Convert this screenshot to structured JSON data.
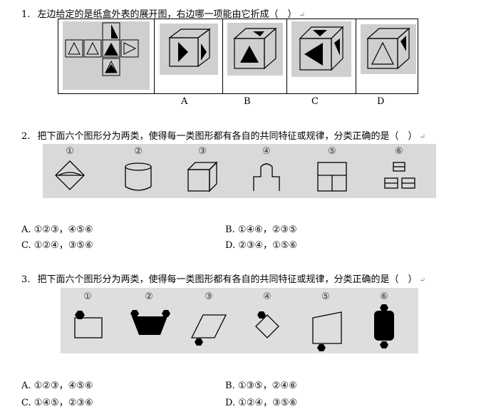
{
  "q1": {
    "number": "1.",
    "text": "左边给定的是纸盒外表的展开图，右边哪一项能由它折成（　）",
    "labels": [
      "A",
      "B",
      "C",
      "D"
    ]
  },
  "q2": {
    "number": "2.",
    "text": "把下面六个图形分为两类，使得每一类图形都有各自的共同特征或规律，分类正确的是（　）",
    "figure_numbers": [
      "①",
      "②",
      "③",
      "④",
      "⑤",
      "⑥"
    ],
    "options": {
      "a": "A.  ①②③，④⑤⑥",
      "b": "B.  ①④⑥，②③⑤",
      "c": "C.  ①②④，③⑤⑥",
      "d": "D.  ②③④，①⑤⑥"
    }
  },
  "q3": {
    "number": "3.",
    "text": "把下面六个图形分为两类，使得每一类图形都有各自的共同特征或规律，分类正确的是（　）",
    "figure_numbers": [
      "①",
      "②",
      "③",
      "④",
      "⑤",
      "⑥"
    ],
    "options": {
      "a": "A.  ①②③，④⑤⑥",
      "b": "B.  ①③⑤，②④⑥",
      "c": "C.  ①④⑤，②③⑥",
      "d": "D.  ①②④，③⑤⑥"
    }
  },
  "colors": {
    "photo_bg": "#cfcfcf",
    "ink": "#000000"
  }
}
